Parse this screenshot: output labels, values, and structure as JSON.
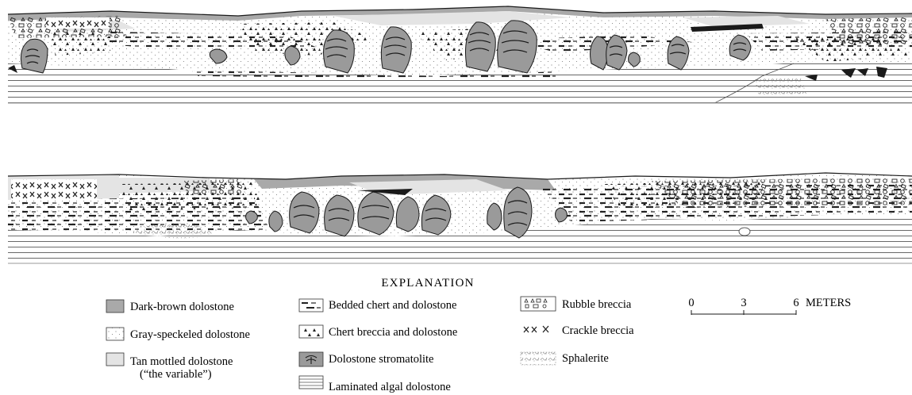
{
  "explanation": {
    "title": "EXPLANATION",
    "items": [
      {
        "label": "Dark-brown dolostone",
        "pattern": "dark-brown"
      },
      {
        "label": "Gray-speckeled dolostone",
        "pattern": "gray-speckled"
      },
      {
        "label": "Tan mottled dolostone",
        "label2": "(“the variable”)",
        "pattern": "tan-mottled"
      },
      {
        "label": "Bedded chert and dolostone",
        "pattern": "bedded-chert"
      },
      {
        "label": "Chert breccia and dolostone",
        "pattern": "chert-breccia"
      },
      {
        "label": "Dolostone stromatolite",
        "pattern": "stromatolite"
      },
      {
        "label": "Laminated algal dolostone",
        "pattern": "laminated"
      },
      {
        "label": "Rubble breccia",
        "pattern": "rubble-breccia"
      },
      {
        "label": "Crackle breccia",
        "pattern": "crackle-breccia"
      },
      {
        "label": "Sphalerite",
        "pattern": "sphalerite"
      }
    ]
  },
  "scale_bar": {
    "ticks": [
      "0",
      "3",
      "6"
    ],
    "unit": "METERS"
  },
  "colors": {
    "dark_brown": "#a9a9a9",
    "gray_speckled": "#ffffff",
    "tan_mottled": "#e4e4e4",
    "stromatolite": "#9a9a9a",
    "line": "#1a1a1a"
  }
}
